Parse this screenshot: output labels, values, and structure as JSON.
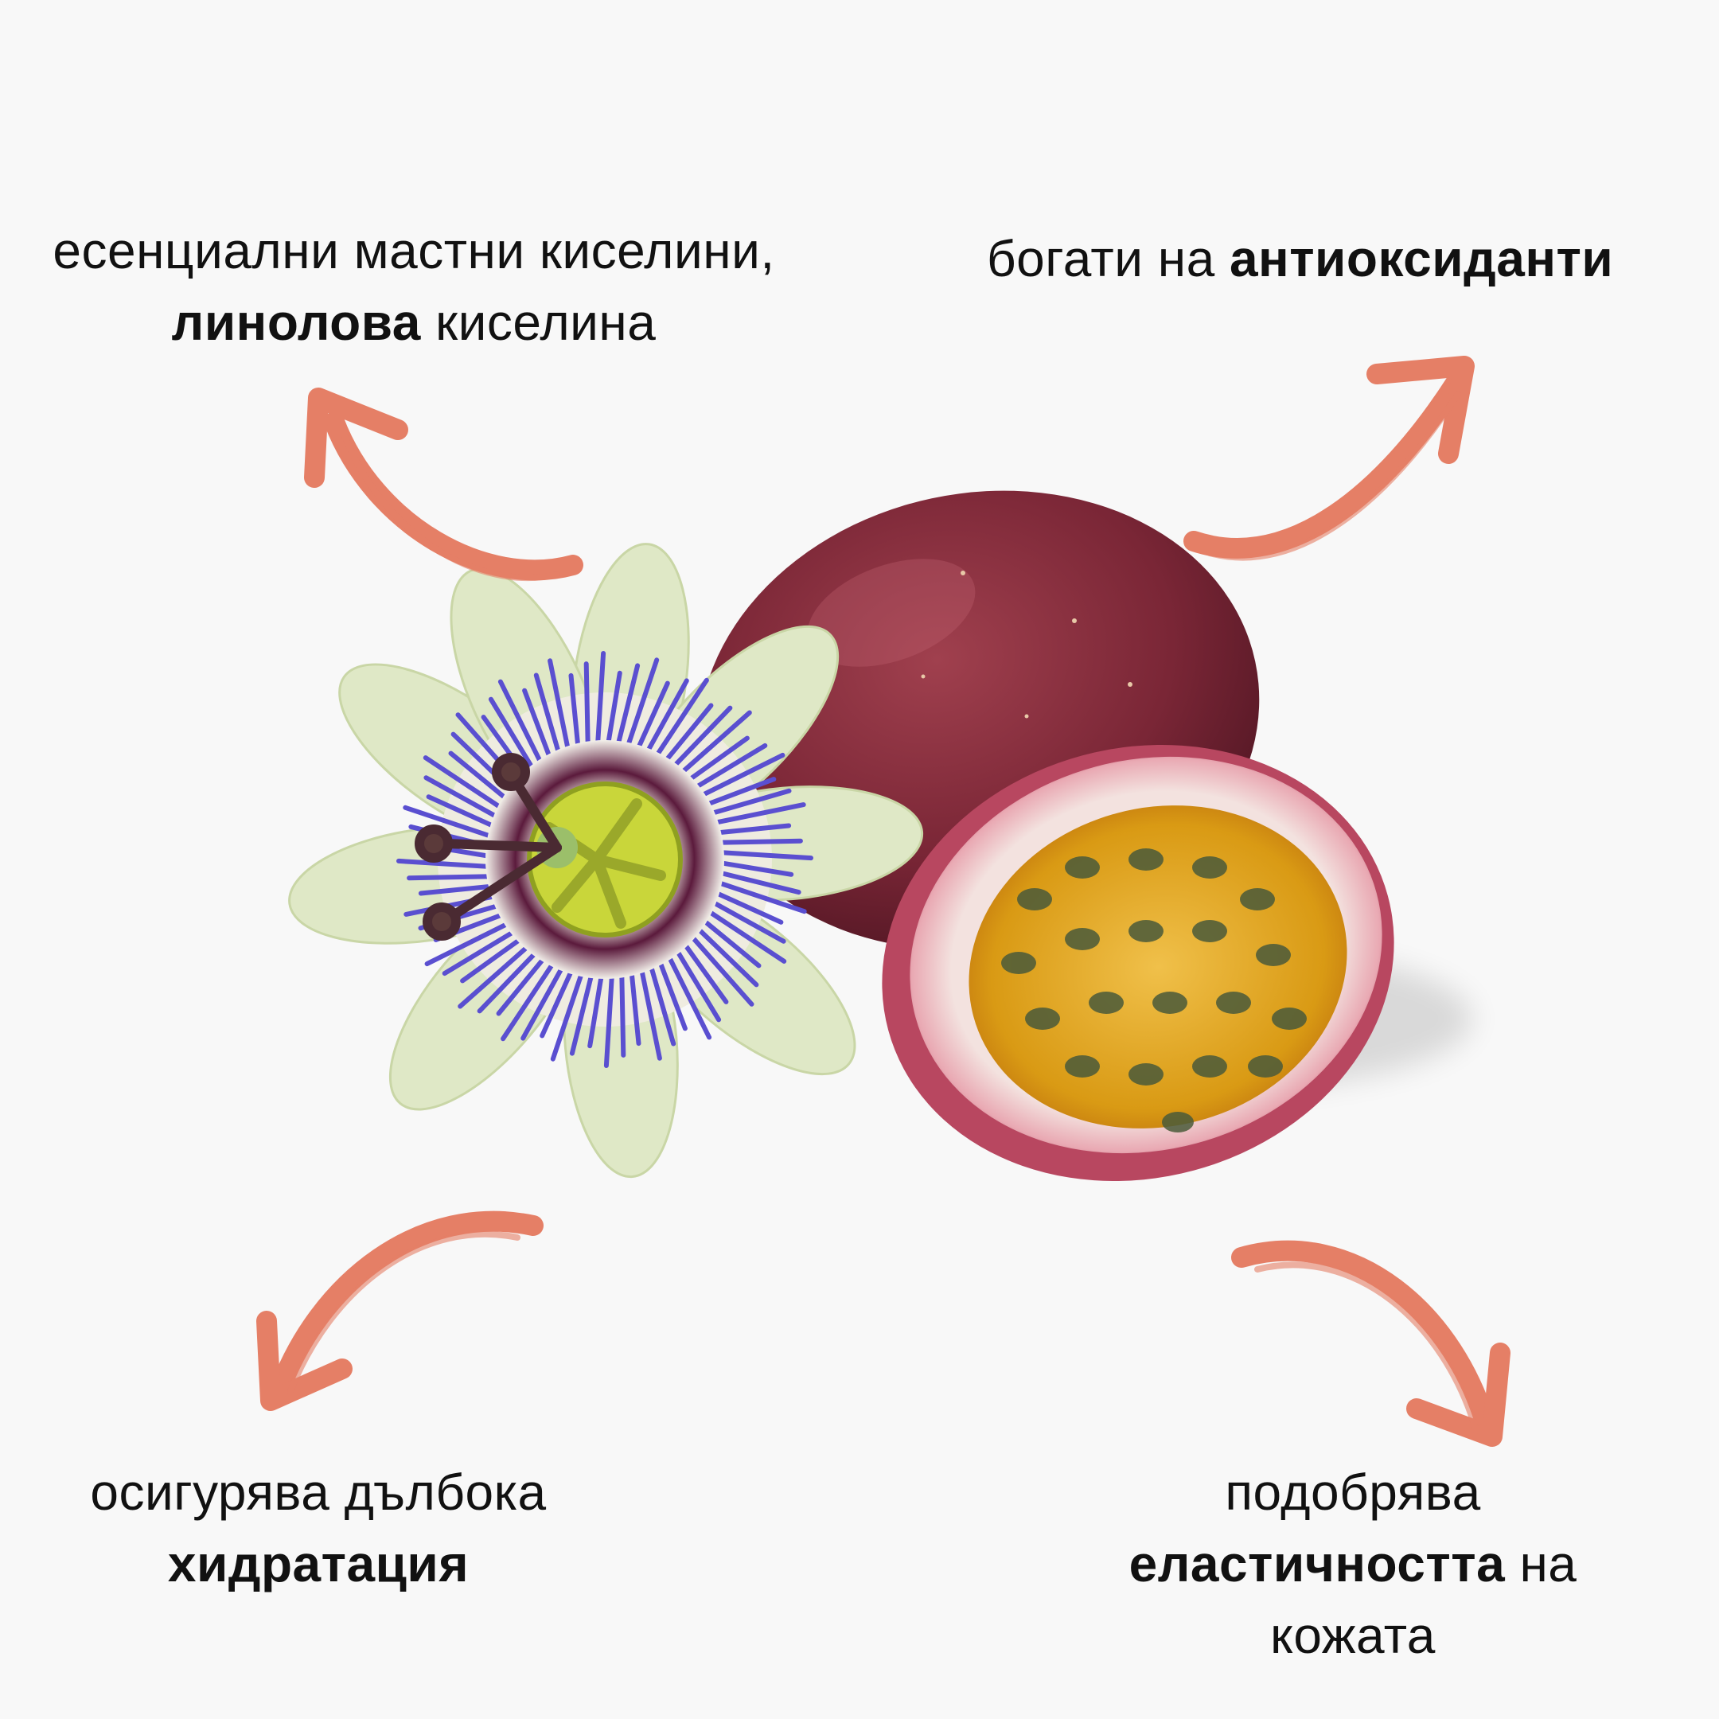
{
  "colors": {
    "background": "#f8f8f8",
    "arrow": "#e57f66",
    "text": "#111111",
    "fruit_skin": "#7a2636",
    "fruit_rind": "#e8b8bd",
    "fruit_pulp": "#e6a51c",
    "flower_petal": "#dde6c4",
    "flower_filament": "#5a4fd0"
  },
  "captions": {
    "top_left": {
      "line1": "есенциални мастни киселини,",
      "line2_bold": "линолова",
      "line2_rest": " киселина"
    },
    "top_right": {
      "prefix": "богати на ",
      "bold": "антиоксиданти"
    },
    "bottom_left": {
      "line1": "осигурява дълбока",
      "line2_bold": "хидратация"
    },
    "bottom_right": {
      "line1": "подобрява",
      "line2_bold": "еластичността",
      "line2_rest": " на",
      "line3": "кожата"
    }
  }
}
